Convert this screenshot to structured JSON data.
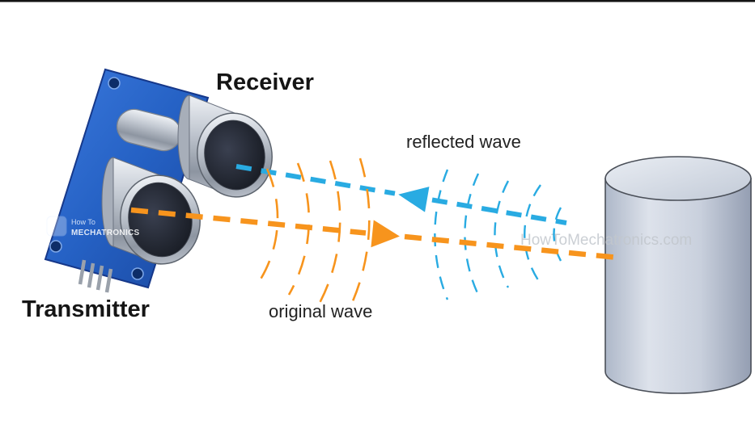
{
  "diagram": {
    "labels": {
      "receiver": "Receiver",
      "transmitter": "Transmitter",
      "reflected_wave": "reflected wave",
      "original_wave": "original wave"
    },
    "watermark": {
      "text": "HowToMechatronics.com",
      "logo_line1": "How To",
      "logo_line2": "MECHATRONICS"
    },
    "colors": {
      "original_wave": "#F7941D",
      "reflected_wave": "#29ABE2",
      "pcb_blue": "#2563C4",
      "cylinder_gray": "#C9D0DD",
      "label_text": "#151515"
    }
  }
}
